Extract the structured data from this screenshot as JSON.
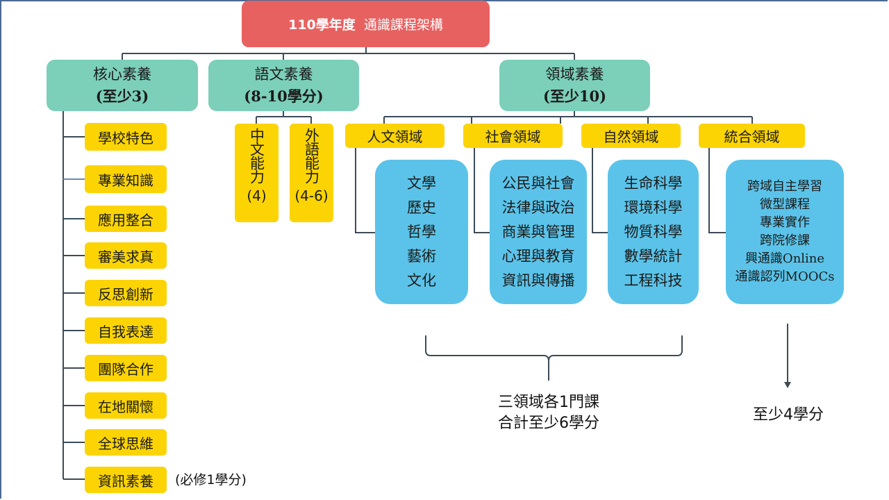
{
  "title": {
    "prefix": "110學年度",
    "main": "通識課程架構"
  },
  "categories": {
    "core": {
      "name": "核心素養",
      "requirement": "(至少3)"
    },
    "language": {
      "name": "語文素養",
      "requirement": "(8-10學分)"
    },
    "domain": {
      "name": "領域素養",
      "requirement": "(至少10)"
    }
  },
  "core_items": [
    "學校特色",
    "專業知識",
    "應用整合",
    "審美求真",
    "反思創新",
    "自我表達",
    "團隊合作",
    "在地關懷",
    "全球思維",
    "資訊素養"
  ],
  "core_note": "(必修1學分)",
  "language_items": [
    {
      "name": "中文能力",
      "credits": "(4)"
    },
    {
      "name": "外語能力",
      "credits": "(4-6)"
    }
  ],
  "domains": [
    {
      "name": "人文領域",
      "courses": [
        "文學",
        "歷史",
        "哲學",
        "藝術",
        "文化"
      ]
    },
    {
      "name": "社會領域",
      "courses": [
        "公民與社會",
        "法律與政治",
        "商業與管理",
        "心理與教育",
        "資訊與傳播"
      ]
    },
    {
      "name": "自然領域",
      "courses": [
        "生命科學",
        "環境科學",
        "物質科學",
        "數學統計",
        "工程科技"
      ]
    },
    {
      "name": "統合領域",
      "courses": [
        "跨域自主學習",
        "微型課程",
        "專業實作",
        "跨院修課",
        "興通識Online",
        "通識認列MOOCs"
      ]
    }
  ],
  "notes": {
    "three_domains": [
      "三領域各1門課",
      "合計至少6學分"
    ],
    "integrated": "至少4學分"
  },
  "colors": {
    "title": "#e86161",
    "category": "#7ccfb9",
    "item": "#fcd404",
    "course": "#5bc3e9",
    "line": "#3d4a57"
  }
}
